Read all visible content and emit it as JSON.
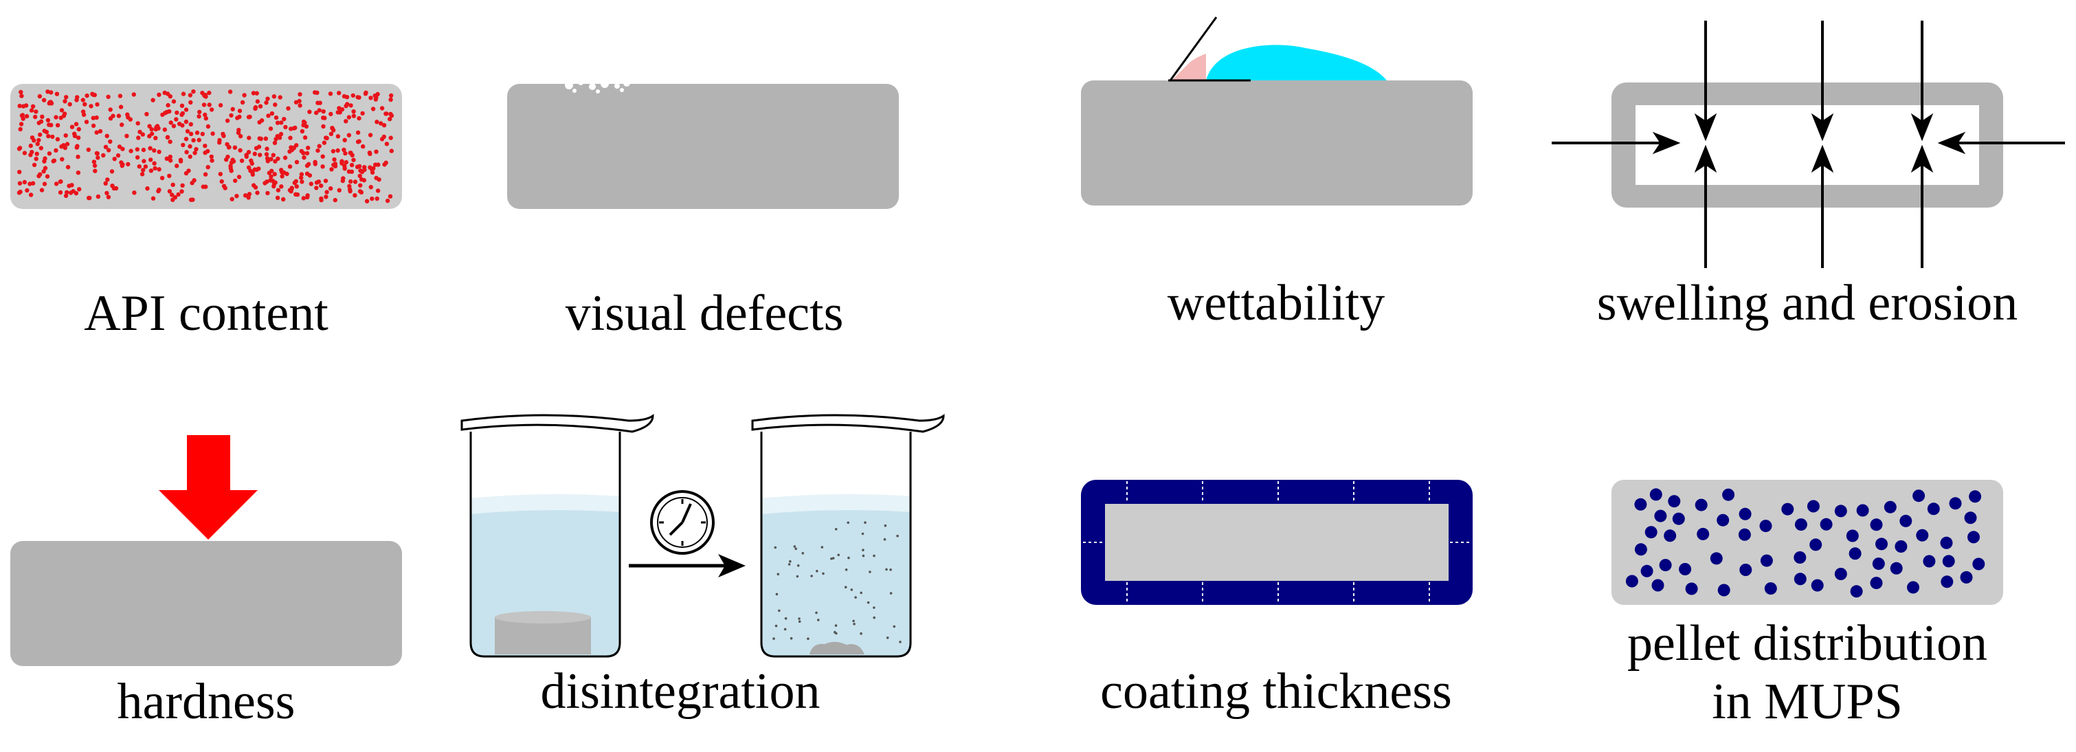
{
  "panels": [
    {
      "id": "api-content",
      "label": "API content"
    },
    {
      "id": "visual-defects",
      "label": "visual defects"
    },
    {
      "id": "wettability",
      "label": "wettability"
    },
    {
      "id": "swelling-erosion",
      "label": "swelling and erosion"
    },
    {
      "id": "hardness",
      "label": "hardness"
    },
    {
      "id": "disintegration",
      "label": "disintegration"
    },
    {
      "id": "coating-thickness",
      "label": "coating thickness"
    },
    {
      "id": "pellet-distribution",
      "label_line1": "pellet distribution",
      "label_line2": "in MUPS"
    }
  ],
  "colors": {
    "tablet_light": "#cccccc",
    "tablet_dark": "#b3b3b3",
    "api_dots": "#e8141b",
    "droplet": "#00e5ff",
    "contact_angle": "#f4b8b8",
    "hardness_arrow": "#ff0000",
    "water": "#c8e3ee",
    "coating": "#000080",
    "pellets": "#000080"
  },
  "icons": [
    "clock-icon",
    "compression-arrow",
    "beaker"
  ]
}
